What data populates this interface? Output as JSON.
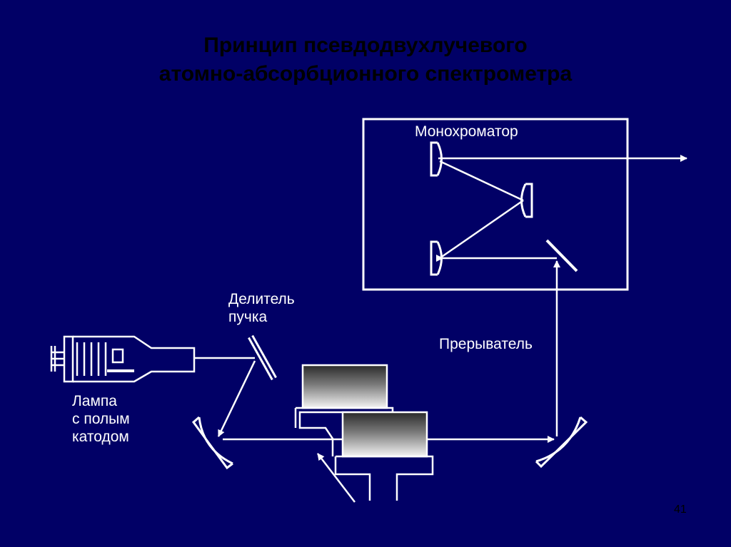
{
  "title": {
    "line1": "Принцип псевдодвухлучевого",
    "line2": "атомно-абсорбционного  спектрометра"
  },
  "labels": {
    "monochromator": "Монохроматор",
    "beam_splitter_line1": "Делитель",
    "beam_splitter_line2": "пучка",
    "chopper": "Прерыватель",
    "lamp_line1": "Лампа",
    "lamp_line2": "с полым",
    "lamp_line3": "катодом"
  },
  "page_number": "41",
  "colors": {
    "background": "#010066",
    "lines": "#ffffff",
    "title_text": "#000000"
  }
}
